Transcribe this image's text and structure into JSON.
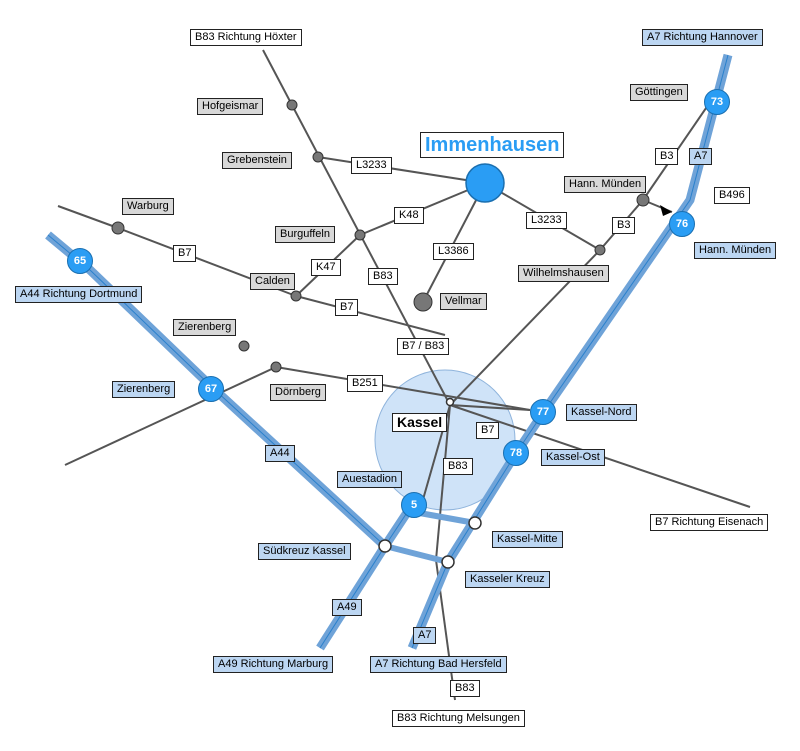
{
  "title": "Immenhausen",
  "colors": {
    "motorway": "#6fa3d8",
    "junction": "#2a9df4",
    "road": "#555555",
    "kassel_area": "#cfe3f8"
  },
  "places": {
    "kassel": "Kassel",
    "vellmar": "Vellmar",
    "hofgeismar": "Hofgeismar",
    "grebenstein": "Grebenstein",
    "warburg": "Warburg",
    "burguffeln": "Burguffeln",
    "calden": "Calden",
    "zierenberg_town": "Zierenberg",
    "doernberg": "Dörnberg",
    "wilhelmshausen": "Wilhelmshausen",
    "hann_muenden_town": "Hann. Münden",
    "goettingen": "Göttingen"
  },
  "directions": {
    "b83_hoexter": "B83 Richtung Höxter",
    "a7_hannover": "A7 Richtung Hannover",
    "a44_dortmund": "A44 Richtung Dortmund",
    "b7_eisenach": "B7 Richtung Eisenach",
    "a49_marburg": "A49 Richtung Marburg",
    "a7_hersfeld": "A7 Richtung Bad Hersfeld",
    "b83_melsungen": "B83 Richtung Melsungen"
  },
  "exits": {
    "hann_muenden": "Hann. Münden",
    "zierenberg": "Zierenberg",
    "kassel_nord": "Kassel-Nord",
    "kassel_ost": "Kassel-Ost",
    "auestadion": "Auestadion",
    "kassel_mitte": "Kassel-Mitte",
    "suedkreuz": "Südkreuz Kassel",
    "kasseler_kreuz": "Kasseler Kreuz"
  },
  "roads": {
    "l3233": "L3233",
    "l3233_b": "L3233",
    "k48": "K48",
    "l3386": "L3386",
    "k47": "K47",
    "b83": "B83",
    "b83_b": "B83",
    "b83_c": "B83",
    "b7_a": "B7",
    "b7_b": "B7",
    "b7_c": "B7",
    "b7_b83": "B7 / B83",
    "b251": "B251",
    "b3_a": "B3",
    "b3_b": "B3",
    "b496": "B496",
    "a7_a": "A7",
    "a7_b": "A7",
    "a44": "A44",
    "a49": "A49"
  },
  "junctions": {
    "j73": "73",
    "j76": "76",
    "j65": "65",
    "j67": "67",
    "j77": "77",
    "j78": "78",
    "j5": "5"
  }
}
